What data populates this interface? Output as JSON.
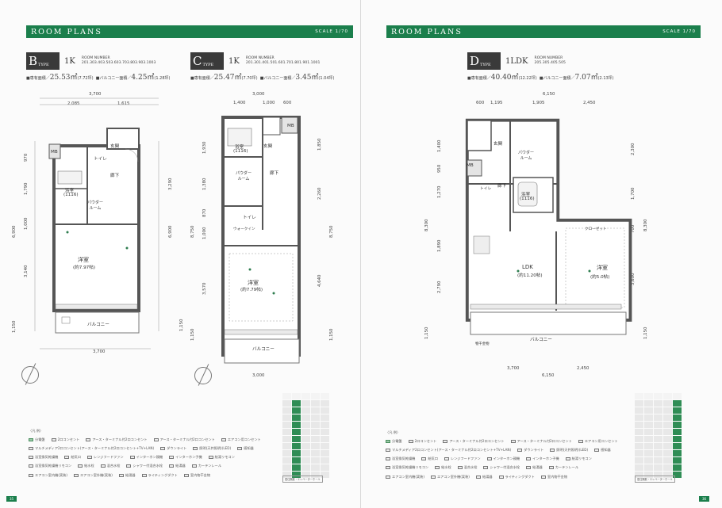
{
  "header": {
    "title": "ROOM PLANS",
    "scale": "SCALE 1/70"
  },
  "units": {
    "B": {
      "letter": "B",
      "type_label": "TYPE",
      "layout": "1K",
      "rn_title": "ROOM NUMBER",
      "rn": "201.303.403.503.603.703.803.903.1003",
      "area_label": "専有面積／",
      "area": "25.53㎡",
      "area_tsubo": "(7.72坪)",
      "balcony_label": "バルコニー面積／",
      "balcony": "4.25㎡",
      "balcony_tsubo": "(1.28坪)",
      "dims_top": [
        "3,700",
        "2,085",
        "1,615"
      ],
      "dims_left": [
        "970",
        "1,790",
        "1,000",
        "6,900",
        "3,140",
        "1,150"
      ],
      "dims_right": [
        "3,290",
        "6,900",
        "1,150"
      ],
      "dim_bottom": "3,700",
      "rooms": {
        "mb": "MB",
        "entrance": "玄関",
        "toilet": "トイレ",
        "hall": "廊下",
        "bath": "浴室",
        "bath_size": "(1116)",
        "powder": "パウダールーム",
        "western": "洋室",
        "western_size": "(約7.97帖)",
        "balcony": "バルコニー"
      }
    },
    "C": {
      "letter": "C",
      "type_label": "TYPE",
      "layout": "1K",
      "rn_title": "ROOM NUMBER",
      "rn": "201.301.401.501.601.701.801.901.1001",
      "area_label": "専有面積／",
      "area": "25.47㎡",
      "area_tsubo": "(7.70坪)",
      "balcony_label": "バルコニー面積／",
      "balcony": "3.45㎡",
      "balcony_tsubo": "(1.04坪)",
      "dims_top": [
        "3,000",
        "1,400",
        "1,000",
        "600"
      ],
      "dims_left": [
        "1,930",
        "1,380",
        "870",
        "8,750",
        "1,000",
        "3,570",
        "1,150"
      ],
      "dims_right": [
        "1,850",
        "2,260",
        "8,750",
        "4,640",
        "1,150"
      ],
      "dim_bottom": "3,000",
      "rooms": {
        "mb": "MB",
        "entrance": "玄関",
        "bath": "浴室",
        "bath_size": "(1116)",
        "hall": "廊下",
        "powder": "パウダールーム",
        "toilet": "トイレ",
        "walk": "ウォークイン",
        "western": "洋室",
        "western_size": "(約7.79帖)",
        "balcony": "バルコニー"
      }
    },
    "D": {
      "letter": "D",
      "type_label": "TYPE",
      "layout": "1LDK",
      "rn_title": "ROOM NUMBER",
      "rn": "205.305.405.505",
      "area_label": "専有面積／",
      "area": "40.40㎡",
      "area_tsubo": "(12.22坪)",
      "balcony_label": "バルコニー面積／",
      "balcony": "7.07㎡",
      "balcony_tsubo": "(2.13坪)",
      "dims_top": [
        "6,150",
        "600",
        "1,195",
        "1,905",
        "2,450"
      ],
      "dims_left": [
        "1,400",
        "950",
        "1,270",
        "8,300",
        "1,890",
        "2,790",
        "1,150"
      ],
      "dims_right": [
        "2,300",
        "1,700",
        "700",
        "8,300",
        "3,600",
        "1,150"
      ],
      "dims_bottom": [
        "3,700",
        "2,450",
        "6,150"
      ],
      "rooms": {
        "entrance": "玄関",
        "powder": "パウダールーム",
        "mb": "MB",
        "hall": "廊下",
        "bath": "浴室",
        "bath_size": "(1116)",
        "toilet": "トイレ",
        "closet": "クローゼット",
        "ldk": "LDK",
        "ldk_size": "(約11.20帖)",
        "western": "洋室",
        "western_size": "(約5.0帖)",
        "balcony": "バルコニー",
        "storage": "物干金物"
      }
    }
  },
  "legend": {
    "title": "〈凡 例〉",
    "row1": [
      "分電盤",
      "2口コンセント",
      "アース・ターミナル付2口コンセント",
      "アース・ターミナル付2口コンセント",
      "エアコン用コンセント"
    ],
    "row2": [
      "マルチメディア2口コンセント(アース・ターミナル付2口コンセント+TV+LAN)",
      "ダウンライト",
      "照明(天井照明)(LED)",
      "感知器"
    ],
    "row3": [
      "浴室換気乾燥機",
      "給気口",
      "レンジフードファン",
      "インターホン親機",
      "インターホン子機",
      "給湯リモコン"
    ],
    "row4": [
      "浴室換気乾燥機リモコン",
      "給水栓",
      "混合水栓",
      "シャワー付混合水栓",
      "給湯器",
      "カーテンレール"
    ],
    "row5": [
      "エアコン室内機(実装)",
      "エアコン室外機(実装)",
      "給湯器",
      "ライティングダクト",
      "室内物干金物"
    ]
  },
  "key": {
    "foot": "居住階数・エレベーターホール"
  },
  "page_numbers": {
    "left": "35",
    "right": "36"
  },
  "colors": {
    "accent": "#1b7f4c",
    "type_box": "#3a3a3a"
  }
}
